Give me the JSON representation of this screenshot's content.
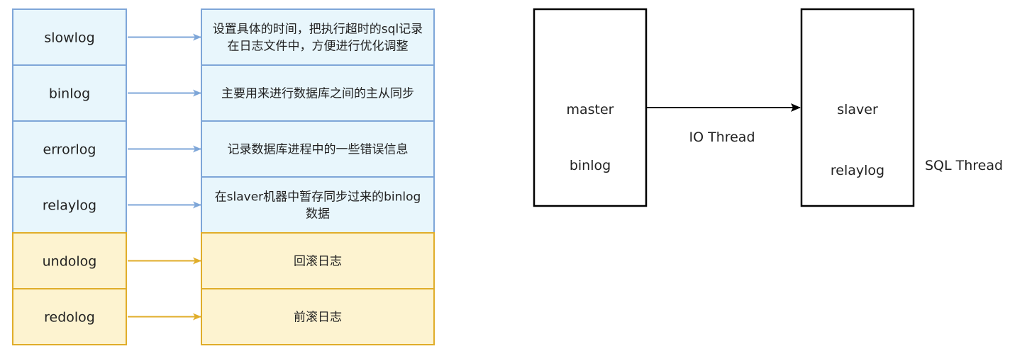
{
  "logs": [
    {
      "name": "slowlog",
      "desc": [
        "设置具体的时间，把执行超时的sql记录",
        "在日志文件中，方便进行优化调整"
      ]
    },
    {
      "name": "binlog",
      "desc": [
        "主要用来进行数据库之间的主从同步"
      ]
    },
    {
      "name": "errorlog",
      "desc": [
        "记录数据库进程中的一些错误信息"
      ]
    },
    {
      "name": "relaylog",
      "desc": [
        "在slaver机器中暂存同步过来的binlog",
        "数据"
      ]
    },
    {
      "name": "undolog",
      "desc": [
        "回滚日志"
      ]
    },
    {
      "name": "redolog",
      "desc": [
        "前滚日志"
      ]
    }
  ],
  "replication": {
    "master": {
      "title": "master",
      "log": "binlog"
    },
    "slaver": {
      "title": "slaver",
      "log": "relaylog"
    },
    "link_label": "IO Thread",
    "side_label": "SQL Thread"
  },
  "colors": {
    "blue_fill": "#e8f6fc",
    "blue_stroke": "#7ea6d8",
    "yellow_fill": "#fdf3d0",
    "yellow_stroke": "#e0ad2a"
  }
}
